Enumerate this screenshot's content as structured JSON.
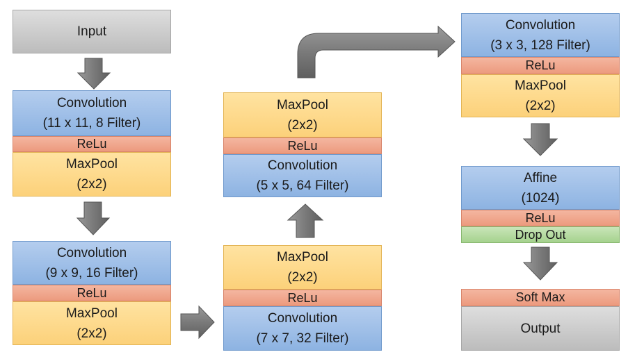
{
  "input": "Input",
  "col1": {
    "block1": {
      "conv": "Convolution",
      "conv_param": "(11 x 11, 8 Filter)",
      "relu": "ReLu",
      "pool": "MaxPool",
      "pool_param": "(2x2)"
    },
    "block2": {
      "conv": "Convolution",
      "conv_param": "(9 x 9, 16 Filter)",
      "relu": "ReLu",
      "pool": "MaxPool",
      "pool_param": "(2x2)"
    }
  },
  "col2": {
    "block3": {
      "pool": "MaxPool",
      "pool_param": "(2x2)",
      "relu": "ReLu",
      "conv": "Convolution",
      "conv_param": "(7 x 7, 32 Filter)"
    },
    "block4": {
      "pool": "MaxPool",
      "pool_param": "(2x2)",
      "relu": "ReLu",
      "conv": "Convolution",
      "conv_param": "(5 x 5, 64 Filter)"
    }
  },
  "col3": {
    "block5": {
      "conv": "Convolution",
      "conv_param": "(3 x 3, 128 Filter)",
      "relu": "ReLu",
      "pool": "MaxPool",
      "pool_param": "(2x2)"
    },
    "affine": {
      "label": "Affine",
      "param": "(1024)",
      "relu": "ReLu",
      "dropout": "Drop Out"
    },
    "softmax": "Soft Max",
    "output": "Output"
  },
  "colors": {
    "gray": "#bfbfbf",
    "blue": "#9dc3e6",
    "red": "#f4b183",
    "yellow": "#ffd966",
    "green": "#a9d18e",
    "arrow": "#7f7f7f"
  }
}
